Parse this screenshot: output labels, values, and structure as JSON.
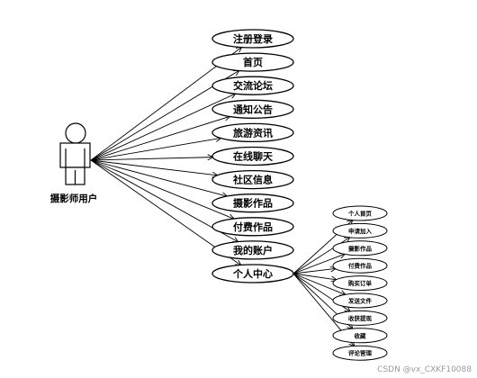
{
  "actor": {
    "label": "摄影师用户",
    "icon": "stick-figure-icon"
  },
  "use_cases": [
    "注册登录",
    "首页",
    "交流论坛",
    "通知公告",
    "旅游资讯",
    "在线聊天",
    "社区信息",
    "摄影作品",
    "付费作品",
    "我的账户",
    "个人中心"
  ],
  "sub_use_cases": [
    "个人首页",
    "申请加入",
    "摄影作品",
    "付费作品",
    "购买订单",
    "发送文件",
    "收获提现",
    "收藏",
    "评论管理"
  ],
  "watermark": "CSDN @vx_CXKF10088",
  "colors": {
    "line": "#000000",
    "fill": "#ffffff",
    "watermark": "#9a9a9a"
  }
}
